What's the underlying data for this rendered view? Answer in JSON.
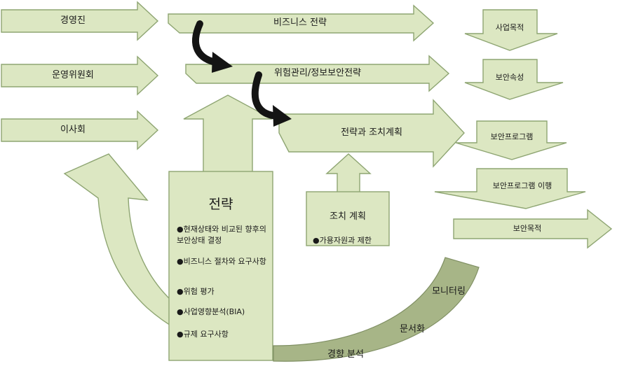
{
  "left_arrows": [
    "경영진",
    "운영위원회",
    "이사회"
  ],
  "top_arrows": [
    "비즈니스 전략",
    "위험관리/정보보안전략",
    "전략과 조치계획"
  ],
  "right_column": [
    "사업목적",
    "보안속성",
    "보안프로그램",
    "보안프로그램 이행",
    "보안목적"
  ],
  "strategy": {
    "title": "전략",
    "bullets": [
      "●현재상태와 비교된 향후의 보안상태 결정",
      "●비즈니스 절차와 요구사항",
      "●위험 평가",
      "●사업영향분석(BIA)",
      "●규제 요구사항"
    ]
  },
  "action_plan": {
    "title": "조치 계획",
    "bullets": [
      "●가용자원과 제한"
    ]
  },
  "band_labels": [
    "모니터링",
    "문서화",
    "경향 분석"
  ]
}
